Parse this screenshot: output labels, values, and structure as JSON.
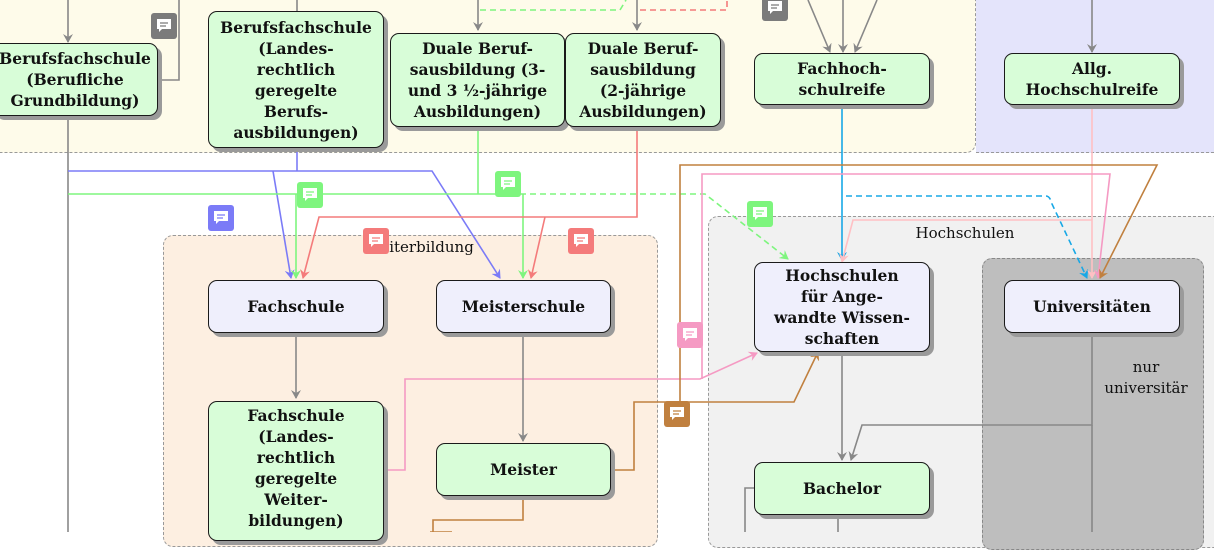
{
  "regions": {
    "schule_label": "",
    "weiterbildung": "Weiterbildung",
    "hochschulen": "Hochschulen",
    "nur_universitaer": "nur\nuniversitär"
  },
  "nodes": {
    "bfs_grundbildung": "Berufsfachschule\n(Berufliche\nGrundbildung)",
    "bfs_landes": "Berufsfachschule\n(Landes-\nrechtlich\ngeregelte\nBerufs-\nausbildungen)",
    "duale_3": "Duale Beruf-\nsausbildung (3-\nund 3 ½-jährige\nAusbildungen)",
    "duale_2": "Duale Beruf-\nsausbildung\n(2-jährige\nAusbildungen)",
    "fachhochschulreife": "Fachhoch-\nschulreife",
    "allg_hochschulreife": "Allg.\nHochschulreife",
    "fachschule": "Fachschule",
    "meisterschule": "Meisterschule",
    "haw": "Hochschulen\nfür Ange-\nwandte Wissen-\nschaften",
    "universitaeten": "Universitäten",
    "fachschule_landes": "Fachschule\n(Landes-\nrechtlich\ngeregelte\nWeiter-\nbildungen)",
    "meister": "Meister",
    "bachelor": "Bachelor"
  },
  "colors": {
    "schule_bg": "#fefbea",
    "hochschulreife_bg": "#e4e4fb",
    "weiterbildung_bg": "#fdefe1",
    "hochschulen_bg": "#f1f1f1",
    "universitaet_bg": "#bebebe",
    "node_green": "#d8fdd8",
    "node_lavender": "#efeffc",
    "wire_gray": "#888888",
    "wire_blue": "#7b7bf7",
    "wire_green": "#7ef57e",
    "wire_red": "#f47b7b",
    "wire_cyan": "#18a8e6",
    "wire_pink": "#f59ac3",
    "wire_lightpink": "#ffc0c4",
    "wire_brown": "#c0803f"
  },
  "notes": [
    {
      "icon": "comment-icon",
      "color": "#7b7b7b"
    },
    {
      "icon": "comment-icon",
      "color": "#7b7b7b"
    },
    {
      "icon": "comment-icon",
      "color": "#7ef57e"
    },
    {
      "icon": "comment-icon",
      "color": "#7ef57e"
    },
    {
      "icon": "comment-icon",
      "color": "#7ef57e"
    },
    {
      "icon": "comment-icon",
      "color": "#7b7bf7"
    },
    {
      "icon": "comment-icon",
      "color": "#f47b7b"
    },
    {
      "icon": "comment-icon",
      "color": "#f47b7b"
    },
    {
      "icon": "comment-icon",
      "color": "#f59ac3"
    },
    {
      "icon": "comment-icon",
      "color": "#c0803f"
    }
  ]
}
